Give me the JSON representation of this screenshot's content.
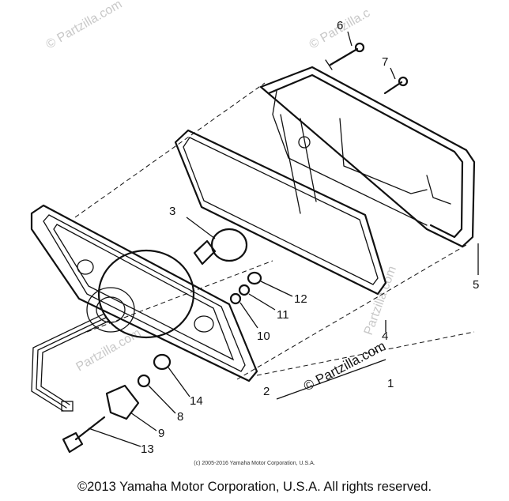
{
  "watermarks": {
    "top_left": "© Partzilla.com",
    "top_right": "© Partzilla.c",
    "mid": "© Partzilla.com",
    "left_lower": "Partzilla.com",
    "right_rot": "Partzilla.com"
  },
  "labels": {
    "p1": "1",
    "p2": "2",
    "p3": "3",
    "p4": "4",
    "p5": "5",
    "p6": "6",
    "p7": "7",
    "p8": "8",
    "p9": "9",
    "p10": "10",
    "p11": "11",
    "p12": "12",
    "p13": "13",
    "p14": "14"
  },
  "small_copyright": "(c) 2005-2016 Yamaha Motor Corporation, U.S.A.",
  "footer": "©2013 Yamaha Motor Corporation, U.S.A. All rights reserved."
}
